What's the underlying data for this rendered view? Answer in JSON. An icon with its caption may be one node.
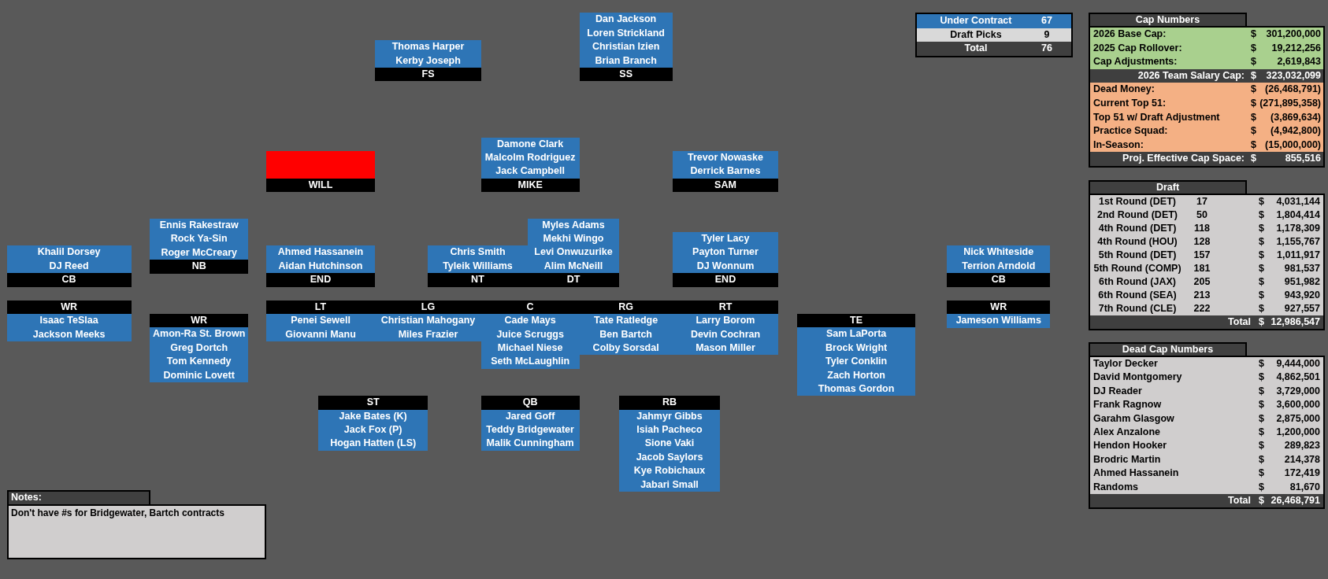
{
  "diagram": {
    "nodes": [
      {
        "text": [
          "Thomas Harper",
          "Kerby Joseph",
          "FS"
        ]
      },
      {
        "text": [
          "Dan Jackson",
          "Loren Strickland",
          "Christian Izien",
          "Brian Branch",
          "SS"
        ]
      },
      {
        "text": [
          "WILL"
        ]
      },
      {
        "text": [
          "Damone Clark",
          "Malcolm Rodriguez",
          "Jack Campbell",
          "MIKE"
        ]
      },
      {
        "text": [
          "Trevor Nowaske",
          "Derrick Barnes",
          "SAM"
        ]
      },
      {
        "text": [
          "Ennis Rakestraw",
          "Rock Ya-Sin",
          "Roger McCreary",
          "NB"
        ]
      },
      {
        "text": [
          "Khalil Dorsey",
          "DJ Reed",
          "CB"
        ]
      },
      {
        "text": [
          "Ahmed Hassanein",
          "Aidan Hutchinson",
          "END"
        ]
      },
      {
        "text": [
          "Chris Smith",
          "Tyleik Williams",
          "NT"
        ]
      },
      {
        "text": [
          "Myles Adams",
          "Mekhi Wingo",
          "Levi Onwuzurike",
          "Alim McNeill",
          "DT"
        ]
      },
      {
        "text": [
          "Tyler Lacy",
          "Payton Turner",
          "DJ Wonnum",
          "END"
        ]
      },
      {
        "text": [
          "Nick Whiteside",
          "Terrion Arndold",
          "CB"
        ]
      },
      {
        "text": [
          "WR",
          "Isaac TeSlaa",
          "Jackson Meeks"
        ]
      },
      {
        "text": [
          "WR",
          "Amon-Ra St. Brown",
          "Greg Dortch",
          "Tom Kennedy",
          "Dominic Lovett"
        ]
      },
      {
        "text": [
          "LT",
          "Penei Sewell",
          "Giovanni Manu"
        ]
      },
      {
        "text": [
          "LG",
          "Christian Mahogany",
          "Miles Frazier"
        ]
      },
      {
        "text": [
          "C",
          "Cade Mays",
          "Juice Scruggs",
          "Michael Niese",
          "Seth McLaughlin"
        ]
      },
      {
        "text": [
          "RG",
          "Tate Ratledge",
          "Ben Bartch",
          "Colby Sorsdal"
        ]
      },
      {
        "text": [
          "RT",
          "Larry Borom",
          "Devin Cochran",
          "Mason Miller"
        ]
      },
      {
        "text": [
          "TE",
          "Sam LaPorta",
          "Brock Wright",
          "Tyler Conklin",
          "Zach Horton",
          "Thomas Gordon"
        ]
      },
      {
        "text": [
          "WR",
          "Jameson Williams"
        ]
      },
      {
        "text": [
          "ST",
          "Jake Bates (K)",
          "Jack Fox (P)",
          "Hogan Hatten (LS)"
        ]
      },
      {
        "text": [
          "QB",
          "Jared Goff",
          "Teddy Bridgewater",
          "Malik Cunningham"
        ]
      },
      {
        "text": [
          "RB",
          "Jahmyr Gibbs",
          "Isiah Pacheco",
          "Sione Vaki",
          "Jacob Saylors",
          "Kye Robichaux",
          "Jabari Small"
        ]
      }
    ],
    "labels": [
      "Under Contract",
      "67",
      "Draft Picks",
      "9",
      "Total",
      "76",
      "Cap Numbers",
      "2026 Base Cap:",
      "$",
      "301,200,000",
      "2025 Cap Rollover:",
      "$",
      "19,212,256",
      "Cap Adjustments:",
      "$",
      "2,619,843",
      "2026 Team Salary Cap:",
      "$",
      "323,032,099",
      "Dead Money:",
      "$",
      "(26,468,791)",
      "Current Top 51:",
      "$",
      "(271,895,358)",
      "Top 51 w/ Draft Adjustment",
      "$",
      "(3,869,634)",
      "Practice Squad:",
      "$",
      "(4,942,800)",
      "In-Season:",
      "$",
      "(15,000,000)",
      "Proj. Effective Cap Space:",
      "$",
      "855,516",
      "Draft",
      "1st Round (DET)",
      "17",
      "$",
      "4,031,144",
      "2nd Round (DET)",
      "50",
      "$",
      "1,804,414",
      "4th Round (DET)",
      "118",
      "$",
      "1,178,309",
      "4th Round (HOU)",
      "128",
      "$",
      "1,155,767",
      "5th Round (DET)",
      "157",
      "$",
      "1,011,917",
      "5th Round (COMP)",
      "181",
      "$",
      "981,537",
      "6th Round (JAX)",
      "205",
      "$",
      "951,982",
      "6th Round (SEA)",
      "213",
      "$",
      "943,920",
      "7th Round (CLE)",
      "222",
      "$",
      "927,557",
      "Total",
      "$",
      "12,986,547",
      "Dead Cap Numbers",
      "Taylor Decker",
      "$",
      "9,444,000",
      "David Montgomery",
      "$",
      "4,862,501",
      "DJ Reader",
      "$",
      "3,729,000",
      "Frank Ragnow",
      "$",
      "3,600,000",
      "Garahm Glasgow",
      "$",
      "2,875,000",
      "Alex Anzalone",
      "$",
      "1,200,000",
      "Hendon Hooker",
      "$",
      "289,823",
      "Brodric Martin",
      "$",
      "214,378",
      "Ahmed Hassanein",
      "$",
      "172,419",
      "Randoms",
      "$",
      "81,670",
      "Total",
      "$",
      "26,468,791",
      "Notes:",
      "Don't have #s for Bridgewater, Bartch contracts"
    ]
  }
}
